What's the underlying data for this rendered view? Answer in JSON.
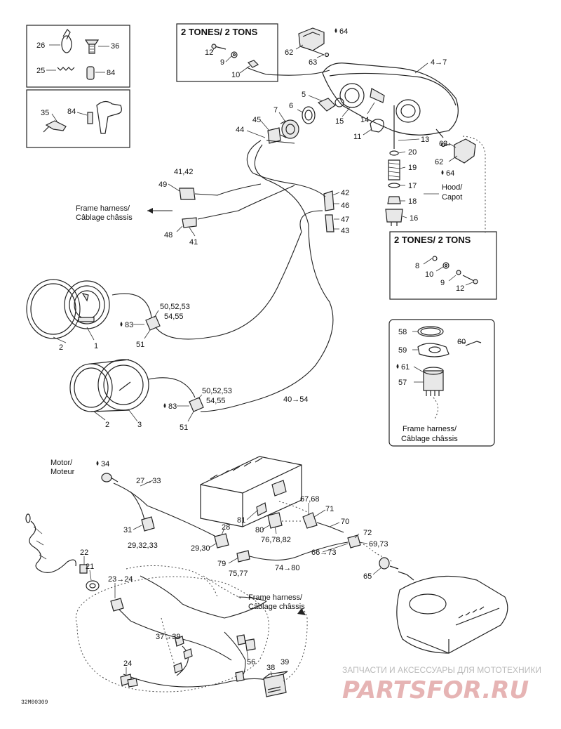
{
  "callouts": {
    "c26": "26",
    "c36": "36",
    "c25": "25",
    "c84a": "84",
    "c35": "35",
    "c84b": "84",
    "c12a": "12",
    "c9a": "9",
    "c10a": "10",
    "c64a": "64",
    "c62a": "62",
    "c63a": "63",
    "c4_7": "4→7",
    "c5": "5",
    "c6": "6",
    "c7": "7",
    "c44": "44",
    "c45": "45",
    "c14": "14",
    "c15": "15",
    "c11": "11",
    "c13": "13",
    "c20": "20",
    "c63b": "63",
    "c62b": "62",
    "c64b": "64",
    "c19": "19",
    "c17": "17",
    "c18": "18",
    "c16": "16",
    "c41_42": "41,42",
    "c49": "49",
    "c48": "48",
    "c41": "41",
    "c42": "42",
    "c46": "46",
    "c47": "47",
    "c43": "43",
    "c8": "8",
    "c10b": "10",
    "c9b": "9",
    "c12b": "12",
    "c50a": "50,52,53",
    "c54a": "54,55",
    "c83a": "83",
    "c51a": "51",
    "c2a": "2",
    "c1": "1",
    "c50b": "50,52,53",
    "c54b": "54,55",
    "c83b": "83",
    "c51b": "51",
    "c2b": "2",
    "c3": "3",
    "c40_54": "40→54",
    "c58": "58",
    "c59": "59",
    "c60": "60",
    "c61": "61",
    "c57": "57",
    "c34": "34",
    "c27_33": "27→33",
    "c31": "31",
    "c29_32_33": "29,32,33",
    "c28": "28",
    "c29_30": "29,30",
    "c81": "81",
    "c80": "80",
    "c76_78_82": "76,78,82",
    "c67_68": "67,68",
    "c71": "71",
    "c70": "70",
    "c72": "72",
    "c69_73": "69,73",
    "c66_73": "66→73",
    "c79": "79",
    "c75_77": "75,77",
    "c74_80": "74→80",
    "c65": "65",
    "c22": "22",
    "c21": "21",
    "c23_24": "23→24",
    "c37_39": "37→39",
    "c56": "56",
    "c24": "24",
    "c38": "38",
    "c39": "39"
  },
  "labels": {
    "tones_top": "2 TONES/ 2 TONS",
    "tones_right": "2 TONES/ 2 TONS",
    "hood_en": "Hood/",
    "hood_fr": "Capot",
    "frame1_en": "Frame harness/",
    "frame1_fr": "Câblage châssis",
    "frame2_en": "Frame harness/",
    "frame2_fr": "Câblage châssis",
    "frame3_en": "Frame harness/",
    "frame3_fr": "Câblage châssis",
    "motor_en": "Motor/",
    "motor_fr": "Moteur",
    "drawing_code": "32M00309"
  },
  "watermark": {
    "line1": "ЗАПЧАСТИ И АКСЕССУАРЫ ДЛЯ МОТОТЕХНИКИ",
    "line2": "PARTSFOR.RU"
  },
  "colors": {
    "ink": "#222222",
    "watermark_red": "#e6b4b4",
    "watermark_gray": "#bbbbbb"
  }
}
